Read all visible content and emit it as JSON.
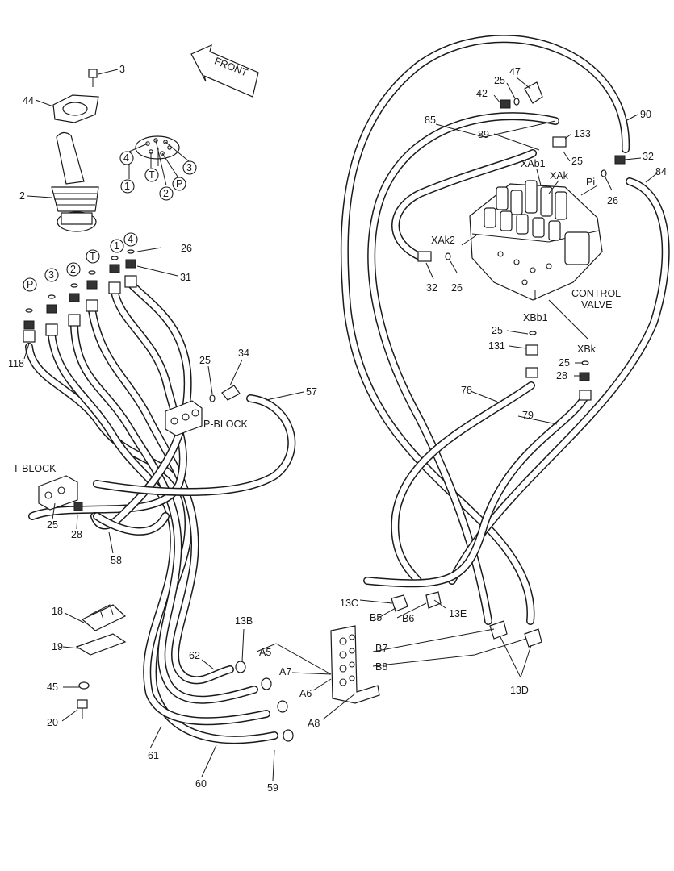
{
  "diagram": {
    "front_label": "FRONT",
    "control_valve_label_1": "CONTROL",
    "control_valve_label_2": "VALVE",
    "p_block_label": "P-BLOCK",
    "t_block_label": "T-BLOCK",
    "port_labels": {
      "xab1": "XAb1",
      "xak": "XAk",
      "pi": "Pi",
      "xak2": "XAk2",
      "xbb1": "XBb1",
      "xbk": "XBk",
      "b5": "B5",
      "b6": "B6",
      "b7": "B7",
      "b8": "B8",
      "a5": "A5",
      "a6": "A6",
      "a7": "A7",
      "a8": "A8"
    },
    "circled": {
      "c4a": "4",
      "c1a": "1",
      "cTa": "T",
      "c2a": "2",
      "cPa": "P",
      "c3a": "3",
      "c1b": "1",
      "c4b": "4",
      "cTb": "T",
      "c2b": "2",
      "c3b": "3",
      "cPb": "P"
    },
    "callouts": {
      "n3": "3",
      "n44": "44",
      "n2": "2",
      "n47": "47",
      "n25a": "25",
      "n42": "42",
      "n90": "90",
      "n85": "85",
      "n133": "133",
      "n89": "89",
      "n25b": "25",
      "n32a": "32",
      "n84": "84",
      "n26a": "26",
      "n26b": "26",
      "n31": "31",
      "n32b": "32",
      "n26c": "26",
      "n25c": "25",
      "n131": "131",
      "n25d": "25",
      "n28a": "28",
      "n118": "118",
      "n25e": "25",
      "n34": "34",
      "n57": "57",
      "n78": "78",
      "n79": "79",
      "n25f": "25",
      "n28b": "28",
      "n58": "58",
      "n18": "18",
      "n19": "19",
      "n45": "45",
      "n20": "20",
      "n13b": "13B",
      "n62": "62",
      "n13c": "13C",
      "n13e": "13E",
      "n13d": "13D",
      "n61": "61",
      "n60": "60",
      "n59": "59"
    }
  }
}
